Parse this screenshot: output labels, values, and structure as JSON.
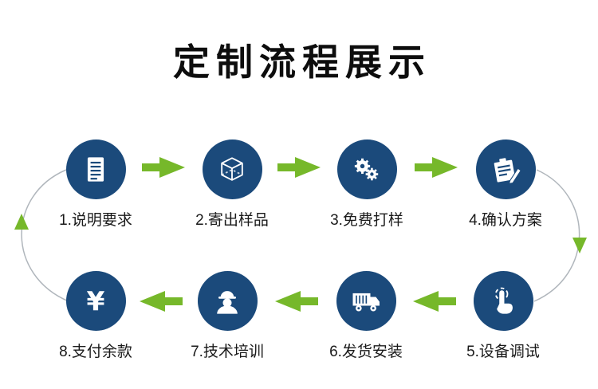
{
  "title": "定制流程展示",
  "colors": {
    "circle": "#1b4a7b",
    "arrow": "#76b82a",
    "curve": "#b0b6bc",
    "title_text": "#0d0d0d",
    "label_text": "#1a1a1a",
    "background": "#ffffff"
  },
  "steps": [
    {
      "label": "1.说明要求",
      "icon": "document-icon"
    },
    {
      "label": "2.寄出样品",
      "icon": "cube-icon"
    },
    {
      "label": "3.免费打样",
      "icon": "gears-icon"
    },
    {
      "label": "4.确认方案",
      "icon": "clipboard-pen-icon"
    },
    {
      "label": "5.设备调试",
      "icon": "touch-icon"
    },
    {
      "label": "6.发货安装",
      "icon": "truck-icon"
    },
    {
      "label": "7.技术培训",
      "icon": "worker-icon"
    },
    {
      "label": "8.支付余款",
      "icon": "yuan-icon"
    }
  ],
  "flow": {
    "top_row_direction": "right",
    "bottom_row_direction": "left",
    "right_connector": "step4-to-step5",
    "left_connector": "step8-to-step1"
  }
}
